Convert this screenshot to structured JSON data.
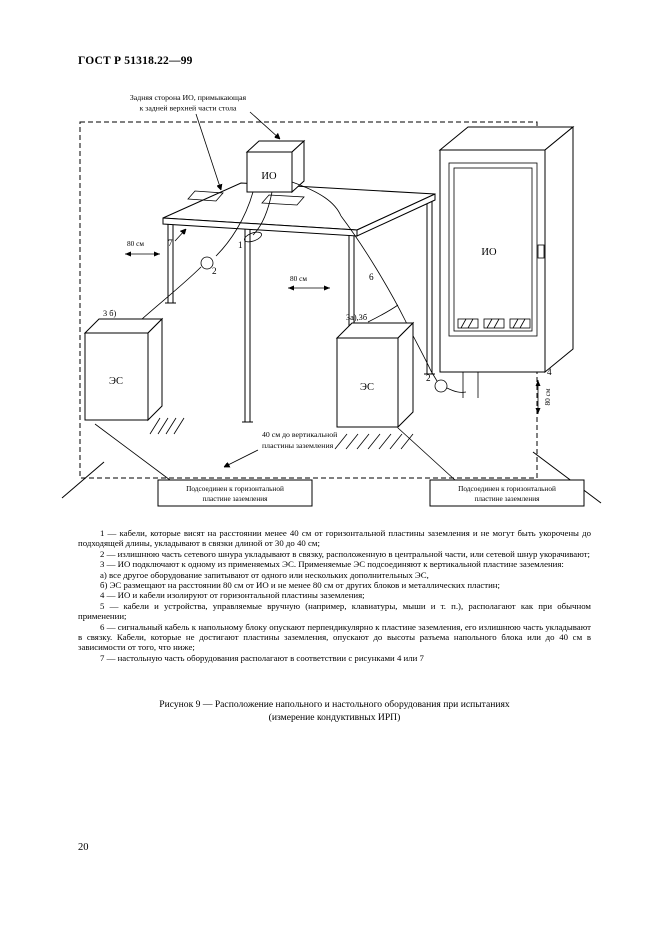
{
  "page": {
    "header": "ГОСТ Р 51318.22—99",
    "page_number": "20"
  },
  "figure": {
    "top_note_line1": "Задняя сторона ИО, примыкающая",
    "top_note_line2": "к задней верхней части стола",
    "device_table_label": "ИО",
    "device_floor_label": "ИО",
    "es_left_label": "ЭС",
    "es_right_label": "ЭС",
    "callout_1": "1",
    "callout_2_table": "2",
    "callout_2_floor": "2",
    "callout_3b": "3 б)",
    "callout_3a3b": "3а),3б",
    "callout_4": "4",
    "callout_6": "6",
    "callout_7": "7",
    "dim_80_left": "80 см",
    "dim_80_mid": "80 см",
    "dim_80_right": "80 см",
    "dist_note_line1": "40 см до вертикальной",
    "dist_note_line2": "пластины заземления",
    "ground_label_left_line1": "Подсоединен к горизонтальной",
    "ground_label_left_line2": "пластине заземления",
    "ground_label_right_line1": "Подсоединен к горизонтальной",
    "ground_label_right_line2": "пластине заземления"
  },
  "notes": [
    "1 — кабели, которые висят на расстоянии менее 40 см от горизонтальной пластины заземления и не могут быть укорочены до подходящей длины, укладывают в связки длиной от 30 до 40 см;",
    "2 — излишнюю часть сетевого шнура укладывают в связку, расположенную в центральной части, или сетевой шнур укорачивают;",
    "3 — ИО подключают к одному из применяемых ЭС. Применяемые ЭС подсоединяют к вертикальной пластине заземления:",
    "а) все другое оборудование запитывают от одного или нескольких дополнительных ЭС,",
    "б) ЭС размещают на расстоянии 80 см от ИО и не менее 80 см от других блоков и металлических пластин;",
    "4 — ИО и кабели изолируют от горизонтальной пластины заземления;",
    "5 — кабели и устройства, управляемые вручную (например, клавиатуры, мыши и т. п.), располагают как при обычном применении;",
    "6 — сигнальный кабель к напольному блоку опускают перпендикулярно к пластине заземления, его излишнюю часть укладывают в связку. Кабели, которые не достигают пластины заземления, опускают до высоты разъема напольного блока или до 40 см в зависимости от того, что ниже;",
    "7 — настольную часть оборудования располагают в соответствии с рисунками 4 или 7"
  ],
  "caption": {
    "line1": "Рисунок 9 — Расположение напольного и настольного оборудования при испытаниях",
    "line2": "(измерение кондуктивных ИРП)"
  }
}
